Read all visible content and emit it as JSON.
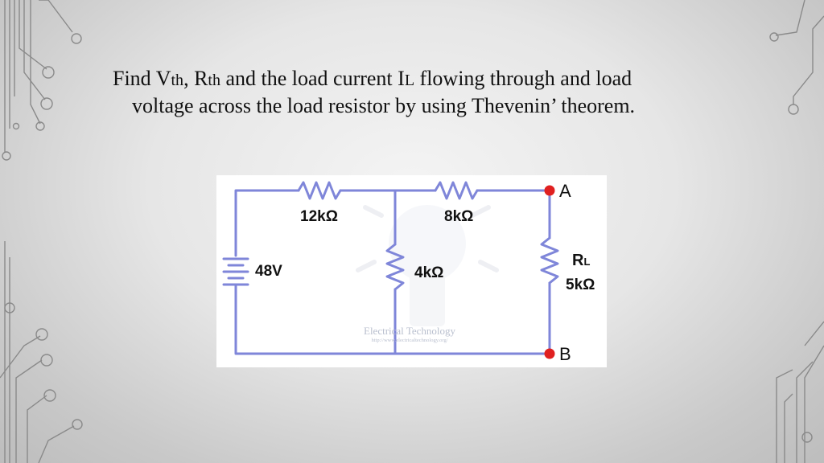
{
  "question": {
    "p1": "Find V",
    "p1_sub": "th",
    "p2": ", R",
    "p2_sub": "th",
    "p3": " and the load current I",
    "p3_sub": "L",
    "p4": " flowing through and load",
    "line2": "voltage across the load resistor  by using Thevenin’ theorem."
  },
  "circuit": {
    "source_label": "48V",
    "r1_label": "12kΩ",
    "r2_label": "8kΩ",
    "r3_label": "4kΩ",
    "rl_label_main": "R",
    "rl_label_sub": "L",
    "rl_value": "5kΩ",
    "terminal_a": "A",
    "terminal_b": "B",
    "watermark_title": "Electrical Technology",
    "watermark_url": "http://www.electricaltechnology.org/"
  },
  "colors": {
    "wire": "#7f86d9",
    "terminal": "#e02020",
    "text": "#111111"
  }
}
